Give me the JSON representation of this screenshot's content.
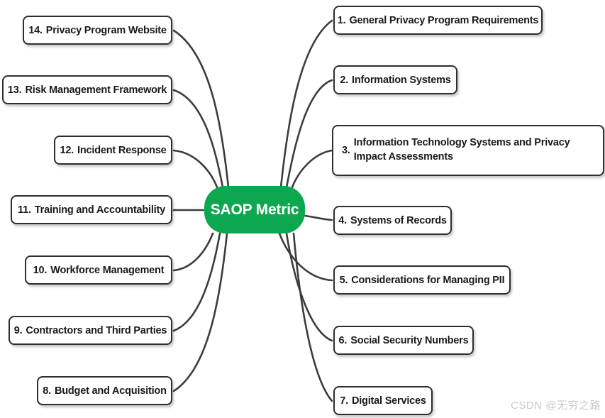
{
  "center": {
    "label": "SAOP Metric"
  },
  "branches": [
    {
      "number": "1.",
      "label": "General Privacy Program Requirements",
      "side": "right"
    },
    {
      "number": "2.",
      "label": "Information Systems",
      "side": "right"
    },
    {
      "number": "3.",
      "label": "Information Technology Systems and Privacy Impact Assessments",
      "side": "right"
    },
    {
      "number": "4.",
      "label": "Systems of Records",
      "side": "right"
    },
    {
      "number": "5.",
      "label": "Considerations for Managing PII",
      "side": "right"
    },
    {
      "number": "6.",
      "label": "Social Security Numbers",
      "side": "right"
    },
    {
      "number": "7.",
      "label": "Digital Services",
      "side": "right"
    },
    {
      "number": "8.",
      "label": "Budget and Acquisition",
      "side": "left"
    },
    {
      "number": "9.",
      "label": "Contractors and Third Parties",
      "side": "left"
    },
    {
      "number": "10.",
      "label": "Workforce Management",
      "side": "left"
    },
    {
      "number": "11.",
      "label": "Training and Accountability",
      "side": "left"
    },
    {
      "number": "12.",
      "label": "Incident Response",
      "side": "left"
    },
    {
      "number": "13.",
      "label": "Risk Management Framework",
      "side": "left"
    },
    {
      "number": "14.",
      "label": "Privacy Program Website",
      "side": "left"
    }
  ],
  "watermark": {
    "text": "CSDN @无穷之路"
  },
  "colors": {
    "center_fill": "#0DA750",
    "connector": "#3C3C3C",
    "box_border": "#2E2E2E",
    "label_text": "#1A1A1A",
    "watermark": "#C9C9C9"
  }
}
